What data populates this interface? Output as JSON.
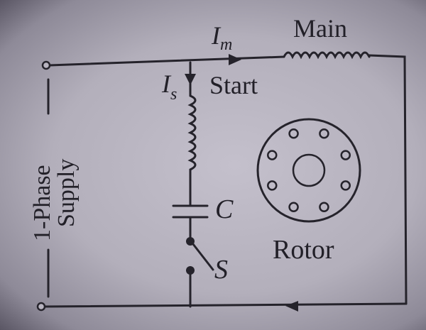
{
  "labels": {
    "main_current": "I",
    "main_current_sub": "m",
    "start_current": "I",
    "start_current_sub": "s",
    "main_winding": "Main",
    "start_winding": "Start",
    "capacitor": "C",
    "switch": "S",
    "rotor": "Rotor",
    "supply_line1": "1-Phase",
    "supply_line2": "Supply"
  },
  "colors": {
    "ink": "#25232b",
    "paper": "#b8b4c0"
  }
}
